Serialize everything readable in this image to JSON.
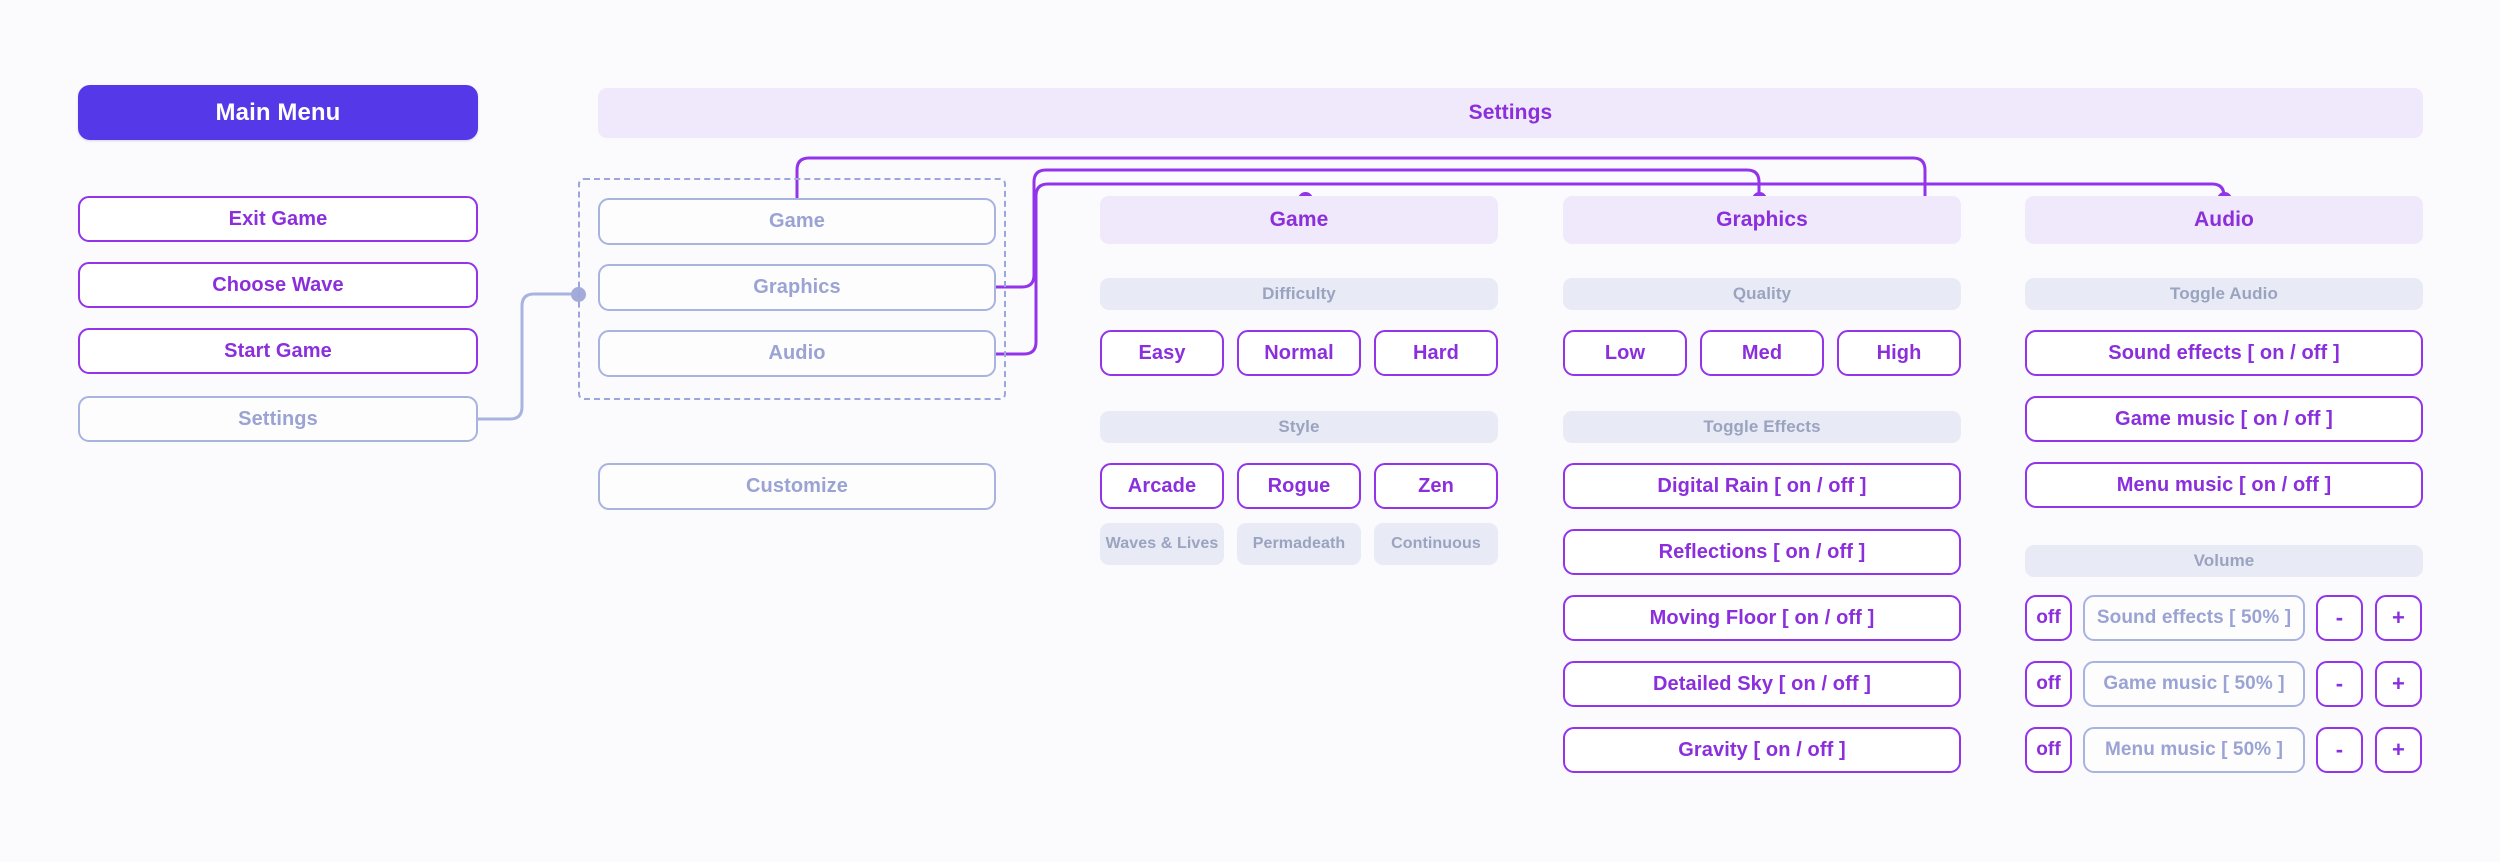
{
  "theme": {
    "accent": "#5538e8",
    "purple": "#9333ea",
    "purple_text": "#8b2fdd",
    "muted_border": "#a9b3e0",
    "muted_text": "#9aa3d4",
    "lavender_fill": "#f0e8fb",
    "grey_fill": "#e8ebf5",
    "grey_text": "#9aa3c0",
    "canvas": "#fbfbfd"
  },
  "main_menu": {
    "title": "Main Menu",
    "items": [
      {
        "label": "Exit Game",
        "state": "active"
      },
      {
        "label": "Choose Wave",
        "state": "active"
      },
      {
        "label": "Start Game",
        "state": "active"
      },
      {
        "label": "Settings",
        "state": "muted"
      }
    ]
  },
  "settings_group": {
    "items": [
      {
        "label": "Game"
      },
      {
        "label": "Graphics"
      },
      {
        "label": "Audio"
      }
    ],
    "customize": {
      "label": "Customize"
    }
  },
  "settings_header": {
    "title": "Settings"
  },
  "columns": [
    {
      "title": "Game",
      "sections": [
        {
          "label": "Difficulty",
          "row": [
            {
              "label": "Easy"
            },
            {
              "label": "Normal"
            },
            {
              "label": "Hard"
            }
          ]
        },
        {
          "label": "Style",
          "row": [
            {
              "label": "Arcade"
            },
            {
              "label": "Rogue"
            },
            {
              "label": "Zen"
            }
          ],
          "captions": [
            {
              "label": "Waves & Lives"
            },
            {
              "label": "Permadeath"
            },
            {
              "label": "Continuous"
            }
          ]
        }
      ]
    },
    {
      "title": "Graphics",
      "sections": [
        {
          "label": "Quality",
          "row": [
            {
              "label": "Low"
            },
            {
              "label": "Med"
            },
            {
              "label": "High"
            }
          ]
        },
        {
          "label": "Toggle Effects",
          "stack": [
            {
              "label": "Digital Rain  [ on / off ]"
            },
            {
              "label": "Reflections  [ on / off ]"
            },
            {
              "label": "Moving Floor  [ on / off ]"
            },
            {
              "label": "Detailed Sky  [ on / off ]"
            },
            {
              "label": "Gravity  [ on / off ]"
            }
          ]
        }
      ]
    },
    {
      "title": "Audio",
      "sections": [
        {
          "label": "Toggle Audio",
          "stack": [
            {
              "label": "Sound effects  [ on / off ]"
            },
            {
              "label": "Game music  [ on / off ]"
            },
            {
              "label": "Menu music  [ on / off ]"
            }
          ]
        },
        {
          "label": "Volume",
          "sliders": [
            {
              "off": "off",
              "label": "Sound effects [ 50% ]",
              "minus": "-",
              "plus": "+"
            },
            {
              "off": "off",
              "label": "Game music [ 50% ]",
              "minus": "-",
              "plus": "+"
            },
            {
              "off": "off",
              "label": "Menu music [ 50% ]",
              "minus": "-",
              "plus": "+"
            }
          ]
        }
      ]
    }
  ]
}
